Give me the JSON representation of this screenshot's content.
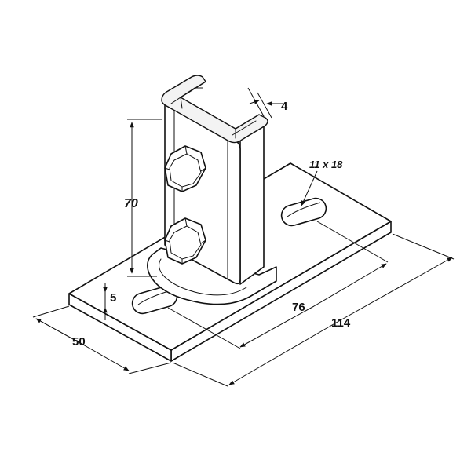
{
  "drawing": {
    "dimensions": {
      "flange_thickness": "4",
      "post_height": "70",
      "slot_size": "11 x 18",
      "plate_thickness": "5",
      "plate_width": "50",
      "slot_spacing": "76",
      "plate_length": "114"
    }
  }
}
